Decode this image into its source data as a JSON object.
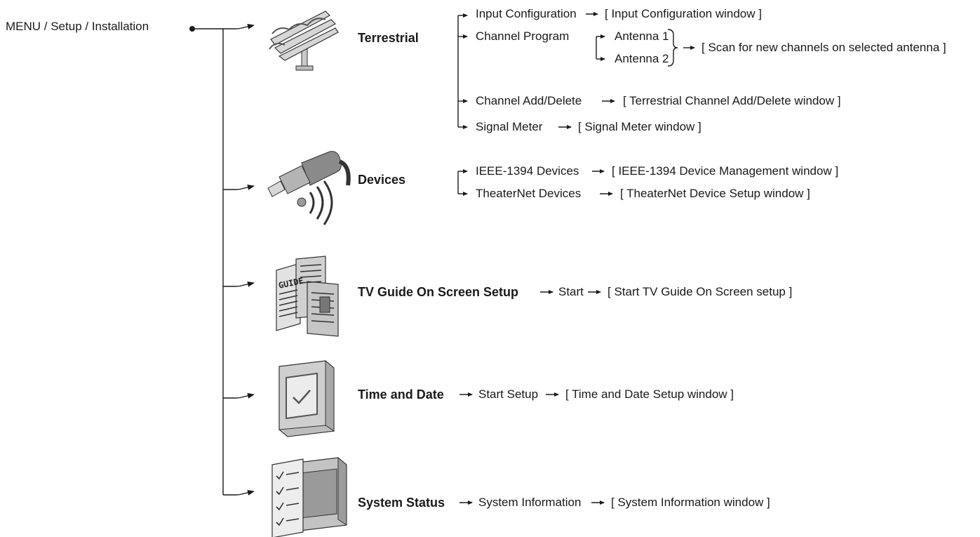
{
  "root": "MENU / Setup / Installation",
  "branches": {
    "terrestrial": {
      "icon": "antenna-icon",
      "label": "Terrestrial",
      "items": {
        "input_config": {
          "label": "Input Configuration",
          "target": "[ Input Configuration window ]"
        },
        "channel_program": {
          "label": "Channel Program",
          "antenna1": "Antenna 1",
          "antenna2": "Antenna 2",
          "target": "[ Scan for new channels on selected antenna ]"
        },
        "channel_add_delete": {
          "label": "Channel Add/Delete",
          "target": "[ Terrestrial Channel Add/Delete window ]"
        },
        "signal_meter": {
          "label": "Signal Meter",
          "target": "[ Signal Meter window ]"
        }
      }
    },
    "devices": {
      "icon": "cable-wireless-icon",
      "label": "Devices",
      "items": {
        "ieee": {
          "label": "IEEE-1394 Devices",
          "target": "[ IEEE-1394 Device Management window ]"
        },
        "theaternet": {
          "label": "TheaterNet Devices",
          "target": "[ TheaterNet Device Setup window ]"
        }
      }
    },
    "tv_guide": {
      "icon": "guide-icon",
      "label": "TV Guide On Screen Setup",
      "step": "Start",
      "target": "[ Start TV Guide On Screen setup ]"
    },
    "time_date": {
      "icon": "tv-checkmark-icon",
      "label": "Time and Date",
      "step": "Start Setup",
      "target": "[ Time and Date Setup window ]"
    },
    "system_status": {
      "icon": "checklist-monitor-icon",
      "label": "System Status",
      "step": "System Information",
      "target": "[ System Information window ]"
    }
  }
}
